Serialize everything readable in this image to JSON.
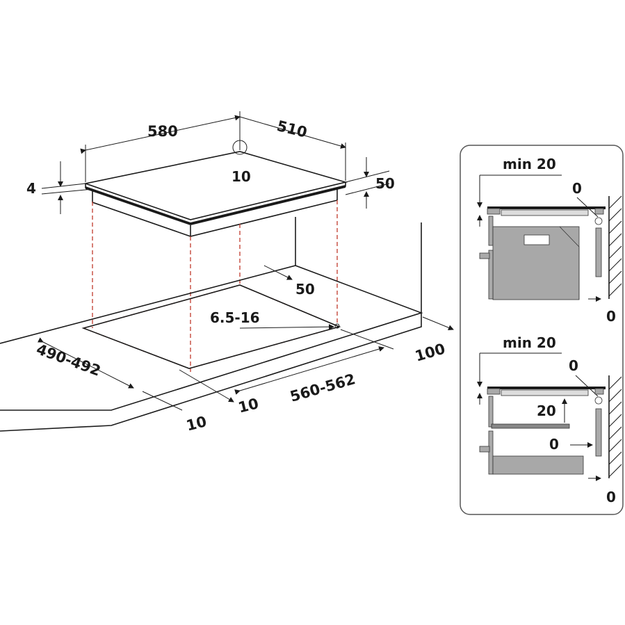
{
  "main_diagram": {
    "labels": {
      "width": "580",
      "depth": "510",
      "center_clearance": "10",
      "glass_thickness": "4",
      "body_height": "50",
      "cutout_offset": "50",
      "worktop_thickness": "6.5-16",
      "cutout_depth": "490-492",
      "cutout_width": "560-562",
      "rear_distance": "100",
      "front_offset_a": "10",
      "front_offset_b": "10"
    }
  },
  "panel_top": {
    "labels": {
      "min_gap": "min 20",
      "side_gap": "0",
      "wall_gap": "0"
    }
  },
  "panel_bottom": {
    "labels": {
      "min_gap": "min 20",
      "side_gap": "0",
      "shelf_gap": "20",
      "drawer_gap": "0",
      "wall_gap": "0"
    }
  }
}
